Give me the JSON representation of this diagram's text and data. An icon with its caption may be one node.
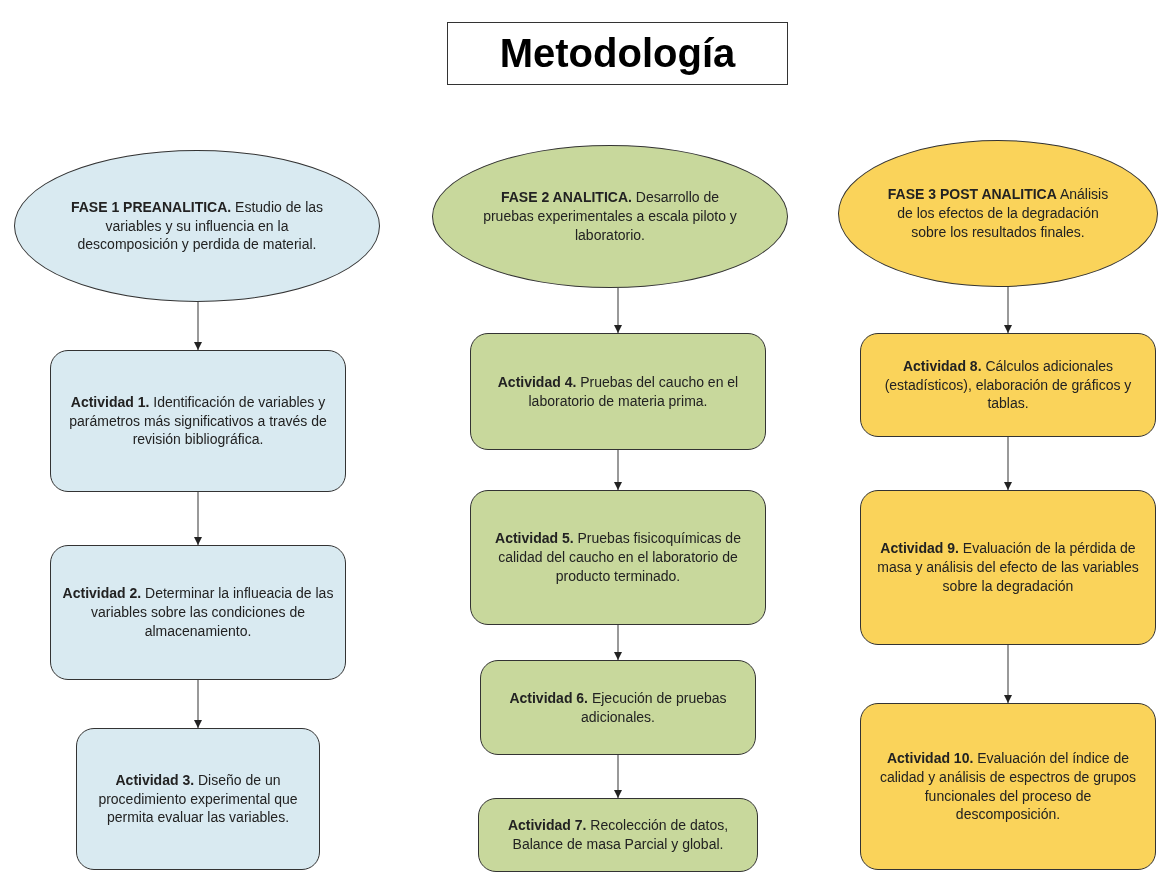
{
  "diagram": {
    "title": "Metodología",
    "nodes": [
      {
        "text": [
          "**FASE 1 PREANALITICA.** Estudio de las variables y su influencia en la descomposición y perdida de material."
        ]
      },
      {
        "text": [
          "**Actividad 1.** Identificación de variables y parámetros más significativos a través de revisión bibliográfica."
        ]
      },
      {
        "text": [
          "**Actividad 2.** Determinar la influeacia de las variables sobre las condiciones de almacenamiento."
        ]
      },
      {
        "text": [
          "**Actividad 3.** Diseño de un procedimiento experimental que permita evaluar las variables."
        ]
      },
      {
        "text": [
          "**FASE 2 ANALITICA.** Desarrollo de pruebas experimentales a escala piloto y laboratorio."
        ]
      },
      {
        "text": [
          "**Actividad 4.** Pruebas del caucho en el laboratorio de materia prima."
        ]
      },
      {
        "text": [
          "**Actividad 5.** Pruebas fisicoquímicas de calidad del caucho en el laboratorio de producto terminado."
        ]
      },
      {
        "text": [
          "**Actividad 6.** Ejecución de pruebas adicionales."
        ]
      },
      {
        "text": [
          "**Actividad 7.** Recolección de datos, Balance de masa Parcial y global."
        ]
      },
      {
        "text": [
          "**FASE 3 POST ANALITICA** Análisis de los efectos de la degradación sobre los resultados finales."
        ]
      },
      {
        "text": [
          "**Actividad 8.** Cálculos adicionales (estadísticos), elaboración de gráficos y tablas."
        ]
      },
      {
        "text": [
          "**Actividad 9.** Evaluación de la pérdida de masa y análisis del efecto de las variables sobre la degradación"
        ]
      },
      {
        "text": [
          "**Actividad 10.** Evaluación del índice de calidad y análisis de espectros de grupos funcionales del proceso de descomposición."
        ]
      }
    ],
    "edges": [
      {
        "from": 0,
        "to": 1,
        "arrow": "to"
      },
      {
        "from": 1,
        "to": 2,
        "arrow": "to"
      },
      {
        "from": 2,
        "to": 3,
        "arrow": "to"
      },
      {
        "from": 4,
        "to": 5,
        "arrow": "to"
      },
      {
        "from": 5,
        "to": 6,
        "arrow": "to"
      },
      {
        "from": 6,
        "to": 7,
        "arrow": "to"
      },
      {
        "from": 7,
        "to": 8,
        "arrow": "to"
      },
      {
        "from": 9,
        "to": 10,
        "arrow": "to"
      },
      {
        "from": 10,
        "to": 11,
        "arrow": "to"
      },
      {
        "from": 11,
        "to": 12,
        "arrow": "to"
      }
    ]
  }
}
